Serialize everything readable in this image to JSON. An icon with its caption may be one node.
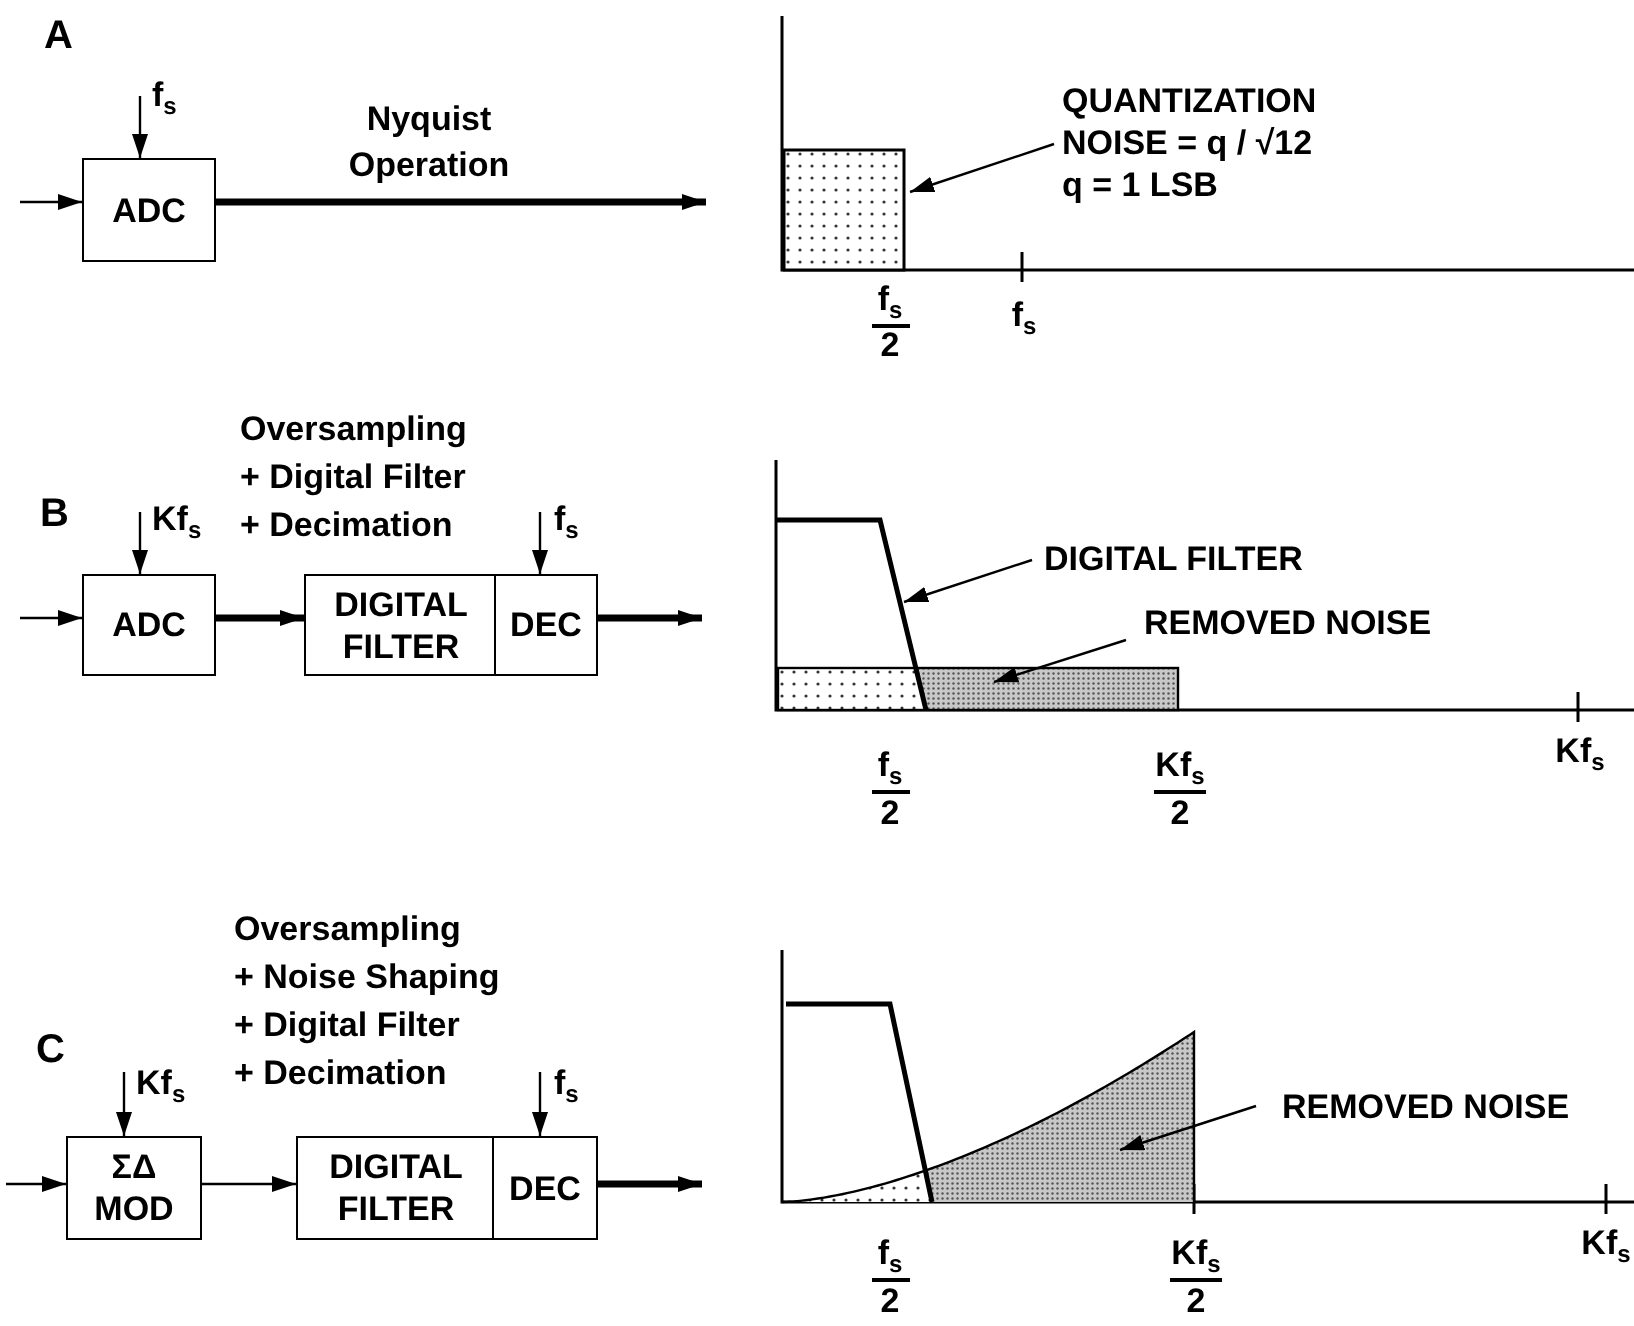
{
  "diagram": {
    "nodes": [
      {
        "text": [
          "ADC"
        ]
      },
      {
        "text": [
          "f$_{s}$"
        ]
      },
      {
        "text": [
          "QUANTIZATION NOISE = q / √12",
          "q = 1 LSB"
        ]
      },
      {
        "text": [],
        "shape": "box"
      },
      {
        "text": [
          "Kf$_{s}$"
        ]
      },
      {
        "text": [
          "ADC"
        ]
      },
      {
        "text": [
          "DIGITAL FILTER"
        ]
      },
      {
        "text": [
          "DEC"
        ]
      },
      {
        "text": [
          "f$_{s}$"
        ]
      },
      {
        "text": [
          "DIGITAL FILTER"
        ]
      },
      {
        "text": [],
        "shape": "curve"
      },
      {
        "text": [
          "REMOVED NOISE"
        ]
      },
      {
        "text": [],
        "shape": "box"
      },
      {
        "text": [
          "Kf$_{s}$"
        ]
      },
      {
        "text": [
          "ΣΔ MOD"
        ]
      },
      {
        "text": [
          "DIGITAL FILTER"
        ]
      },
      {
        "text": [
          "DEC"
        ]
      },
      {
        "text": [
          "f$_{s}$"
        ]
      },
      {
        "text": [
          "REMOVED NOISE"
        ]
      },
      {
        "text": [],
        "shape": "area"
      }
    ],
    "edges": [
      {
        "from": null,
        "to": 0,
        "arrow": "to"
      },
      {
        "from": 1,
        "to": 0,
        "arrow": "to"
      },
      {
        "from": 0,
        "to": null,
        "arrow": "to",
        "label": "Nyquist Operation",
        "style": "thick"
      },
      {
        "from": 2,
        "to": 3,
        "arrow": "to"
      },
      {
        "from": null,
        "to": 5,
        "arrow": "to"
      },
      {
        "from": 4,
        "to": 5,
        "arrow": "to"
      },
      {
        "from": 5,
        "to": 6,
        "arrow": "to",
        "style": "thick"
      },
      {
        "from": 7,
        "to": null,
        "arrow": "to",
        "style": "thick"
      },
      {
        "from": 8,
        "to": 7,
        "arrow": "to"
      },
      {
        "from": 9,
        "to": 10,
        "arrow": "to"
      },
      {
        "from": 11,
        "to": 12,
        "arrow": "to"
      },
      {
        "from": null,
        "to": 14,
        "arrow": "to"
      },
      {
        "from": 13,
        "to": 14,
        "arrow": "to"
      },
      {
        "from": 14,
        "to": 15,
        "arrow": "to"
      },
      {
        "from": 16,
        "to": null,
        "arrow": "to",
        "style": "thick"
      },
      {
        "from": 17,
        "to": 16,
        "arrow": "to"
      },
      {
        "from": 18,
        "to": 19,
        "arrow": "to"
      }
    ],
    "labels": [
      "A",
      "f$_{s}$",
      "2",
      "f$_{s}$",
      "Oversampling",
      "+ Digital Filter",
      "+ Decimation",
      "B",
      "f$_{s}$",
      "2",
      "Kf$_{s}$",
      "2",
      "Kf$_{s}$",
      "Oversampling",
      "+ Noise Shaping",
      "+ Digital Filter",
      "+ Decimation",
      "C",
      "f$_{s}$",
      "2",
      "Kf$_{s}$",
      "2",
      "Kf$_{s}$"
    ]
  }
}
